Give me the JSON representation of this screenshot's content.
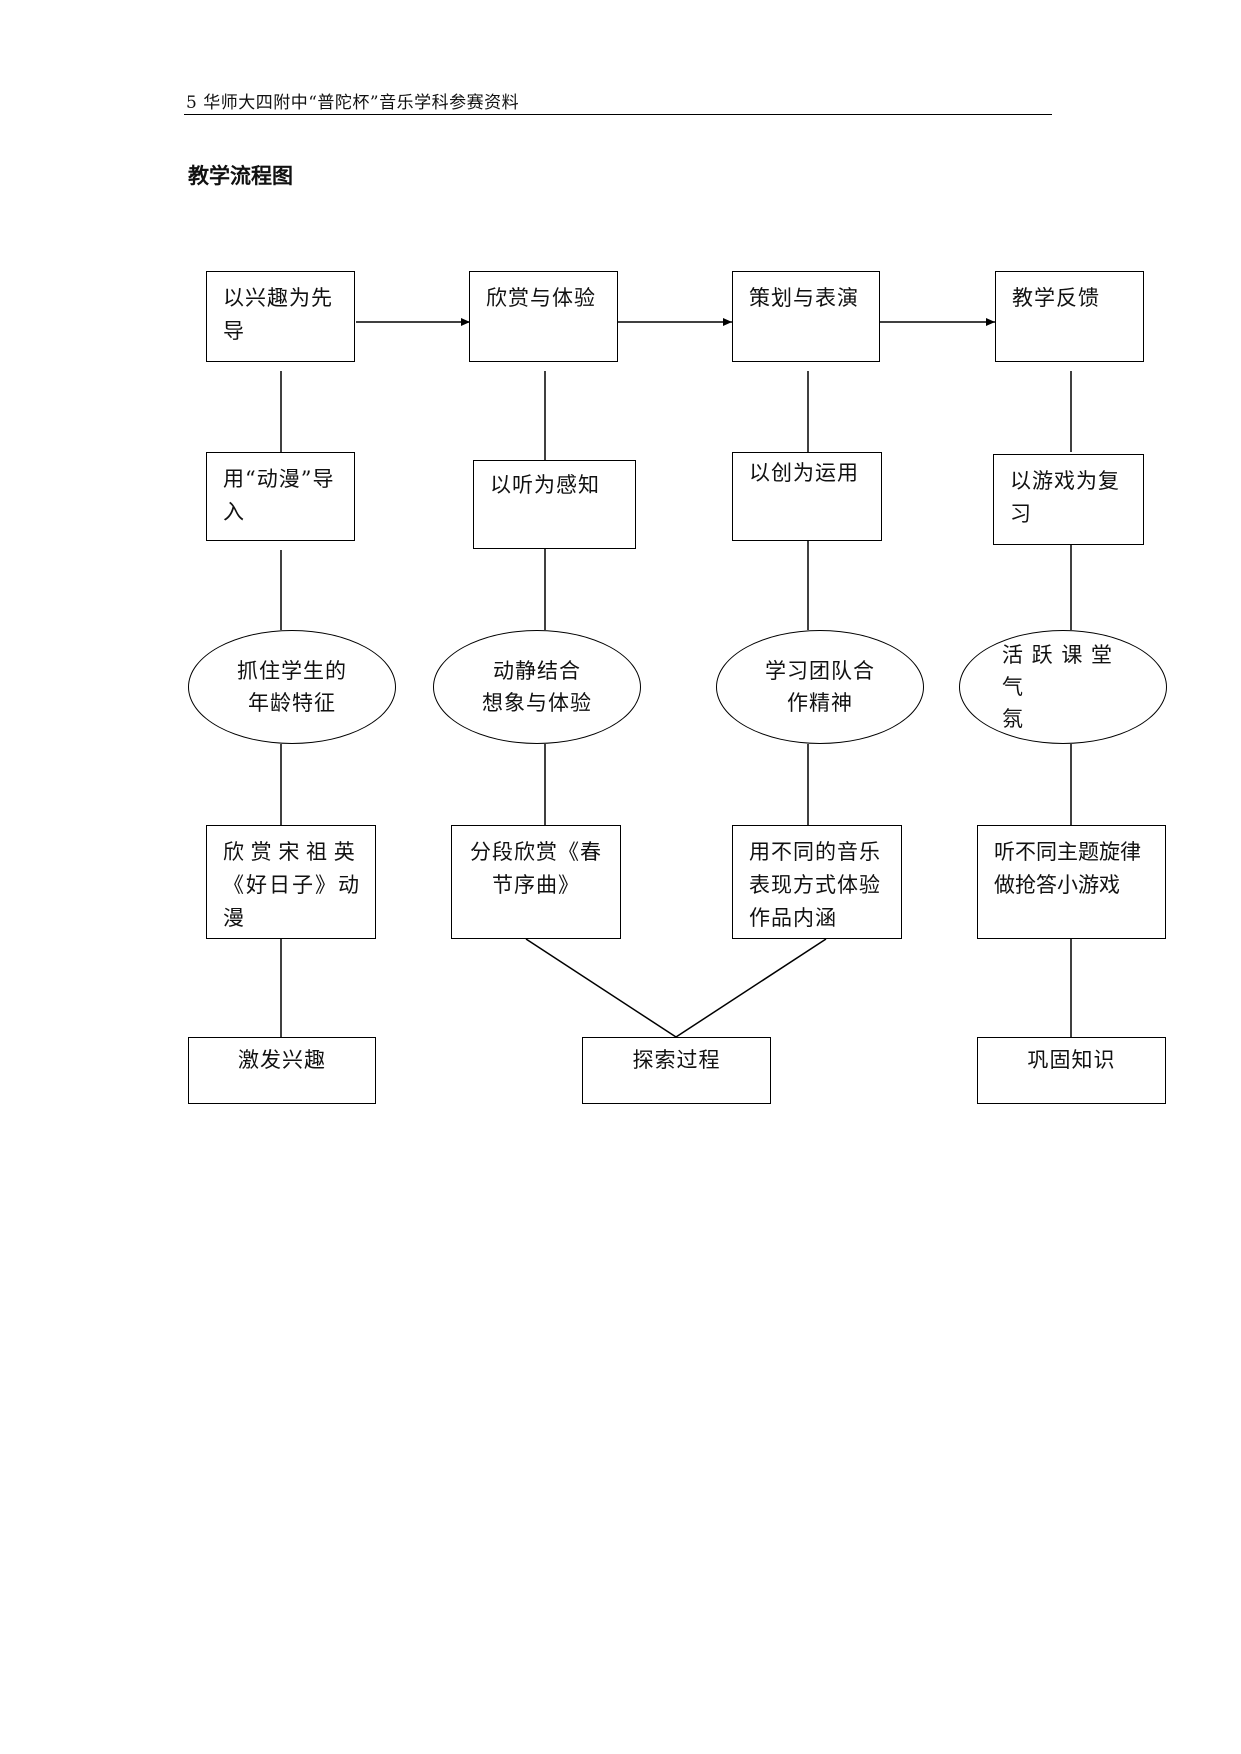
{
  "header": {
    "text": "5  华师大四附中“普陀杯”音乐学科参赛资料"
  },
  "title": "教学流程图",
  "columns": [
    {
      "top": "以兴趣为先导",
      "second": "用“动漫”导入",
      "ellipse": [
        "抓住学生的",
        "年龄特征"
      ],
      "fourth": [
        "欣 赏 宋 祖 英",
        "《好日子》动",
        "漫"
      ],
      "bottom": "激发兴趣"
    },
    {
      "top": "欣赏与体验",
      "second": "以听为感知",
      "ellipse": [
        "动静结合",
        "想象与体验"
      ],
      "fourth": [
        "分段欣赏《春",
        "节序曲》"
      ]
    },
    {
      "top": "策划与表演",
      "second": "以创为运用",
      "ellipse": [
        "学习团队合",
        "作精神"
      ],
      "fourth": [
        "用不同的音乐",
        "表现方式体验",
        "作品内涵"
      ]
    },
    {
      "top": "教学反馈",
      "second": "以游戏为复习",
      "ellipse": [
        "活 跃 课 堂 气",
        "氛"
      ],
      "fourth": [
        "听不同主题旋律",
        "做抢答小游戏"
      ],
      "bottom": "巩固知识"
    }
  ],
  "merged_bottom": "探索过程"
}
